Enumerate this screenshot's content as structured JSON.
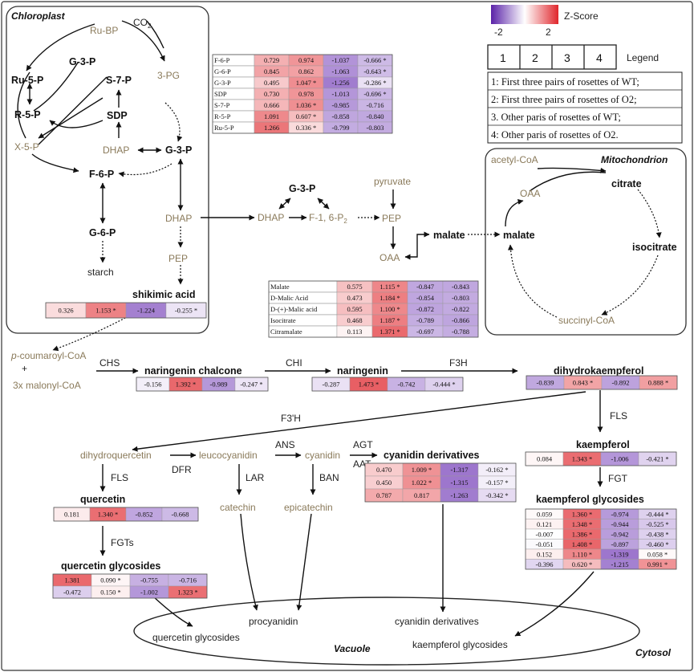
{
  "colors": {
    "neg": "#6a2fb3",
    "mid": "#ffffff",
    "pos": "#e0262c"
  },
  "legend": {
    "zscore_title": "Z-Score",
    "zscore_min": "-2",
    "zscore_max": "2",
    "columns": [
      "1",
      "2",
      "3",
      "4"
    ],
    "legend_label": "Legend",
    "entries": [
      "1: First three pairs of rosettes of WT;",
      "2: First three pairs of rosettes of O2;",
      "3. Other paris of rosettes of WT;",
      "4: Other paris of rosettes of O2."
    ]
  },
  "compartments": {
    "chloroplast": "Chloroplast",
    "mitochondrion": "Mitochondrion",
    "vacuole": "Vacuole",
    "cytosol": "Cytosol"
  },
  "metabolites": {
    "rubp": "Ru-BP",
    "co2": "CO",
    "co2_sub": "2",
    "g3p_a": "G-3-P",
    "s7p": "S-7-P",
    "pg3": "3-PG",
    "ru5p": "Ru-5-P",
    "r5p": "R-5-P",
    "sdp": "SDP",
    "dhap_a": "DHAP",
    "g3p_b": "G-3-P",
    "x5p": "X-5-P",
    "f6p": "F-6-P",
    "g6p": "G-6-P",
    "starch": "starch",
    "dhap_b": "DHAP",
    "pep_a": "PEP",
    "shikimic": "shikimic acid",
    "g3p_c": "G-3-P",
    "dhap_c": "DHAP",
    "f16p": "F-1, 6-P",
    "f16p_sub": "2",
    "pyruvate": "pyruvate",
    "pep_b": "PEP",
    "oaa_a": "OAA",
    "malate_a": "malate",
    "acetylcoa": "acetyl-CoA",
    "oaa_b": "OAA",
    "citrate": "citrate",
    "malate_b": "malate",
    "isocitrate": "isocitrate",
    "succinylcoa": "succinyl-CoA",
    "pcoumaroyl": "-coumaroyl-CoA",
    "pcoumaroyl_p": "p",
    "plus": "+",
    "malonyl": "3x malonyl-CoA",
    "chs": "CHS",
    "naringenin_chalcone": "naringenin chalcone",
    "chi": "CHI",
    "naringenin": "naringenin",
    "f3h": "F3H",
    "dihydrokaempferol": "dihydrokaempferol",
    "f3ph": "F3'H",
    "fls_a": "FLS",
    "kaempferol": "kaempferol",
    "fgt": "FGT",
    "kaempferol_glycosides": "kaempferol glycosides",
    "dihydroquercetin": "dihydroquercetin",
    "dfr": "DFR",
    "leucocyanidin": "leucocyanidin",
    "ans": "ANS",
    "cyanidin": "cyanidin",
    "agt": "AGT",
    "aat": "AAT",
    "cyanidin_derivatives": "cyanidin derivatives",
    "fls_b": "FLS",
    "quercetin": "quercetin",
    "lar": "LAR",
    "catechin": "catechin",
    "ban": "BAN",
    "epicatechin": "epicatechin",
    "fgts": "FGTs",
    "quercetin_glycosides": "quercetin glycosides",
    "procyanidin": "procyanidin",
    "vac_cyanidin": "cyanidin derivatives",
    "vac_quercetin": "quercetin glycosides",
    "vac_kaempferol": "kaempferol glycosides"
  },
  "heatmaps": {
    "calvin": {
      "rows": [
        {
          "label": "F-6-P",
          "cells": [
            "0.729",
            "0.974",
            "-1.037",
            "-0.666 *"
          ]
        },
        {
          "label": "G-6-P",
          "cells": [
            "0.845",
            "0.862",
            "-1.063",
            "-0.643 *"
          ]
        },
        {
          "label": "G-3-P",
          "cells": [
            "0.495",
            "1.047 *",
            "-1.256",
            "-0.286 *"
          ]
        },
        {
          "label": "SDP",
          "cells": [
            "0.730",
            "0.978",
            "-1.013",
            "-0.696 *"
          ]
        },
        {
          "label": "S-7-P",
          "cells": [
            "0.666",
            "1.036 *",
            "-0.985",
            "-0.716"
          ]
        },
        {
          "label": "R-5-P",
          "cells": [
            "1.091",
            "0.607 *",
            "-0.858",
            "-0.840"
          ]
        },
        {
          "label": "Ru-5-P",
          "cells": [
            "1.266",
            "0.336 *",
            "-0.799",
            "-0.803"
          ]
        }
      ]
    },
    "tca": {
      "rows": [
        {
          "label": "Malate",
          "cells": [
            "0.575",
            "1.115 *",
            "-0.847",
            "-0.843"
          ]
        },
        {
          "label": "D-Malic Acid",
          "cells": [
            "0.473",
            "1.184 *",
            "-0.854",
            "-0.803"
          ]
        },
        {
          "label": "D-(+)-Malic acid",
          "cells": [
            "0.595",
            "1.100 *",
            "-0.872",
            "-0.822"
          ]
        },
        {
          "label": "Isocitrate",
          "cells": [
            "0.468",
            "1.187 *",
            "-0.789",
            "-0.866"
          ]
        },
        {
          "label": "Citramalate",
          "cells": [
            "0.113",
            "1.371 *",
            "-0.697",
            "-0.788"
          ]
        }
      ]
    },
    "shikimic": {
      "rows": [
        {
          "cells": [
            "0.326",
            "1.153 *",
            "-1.224",
            "-0.255 *"
          ]
        }
      ]
    },
    "naringenin_chalcone": {
      "rows": [
        {
          "cells": [
            "-0.156",
            "1.392 *",
            "-0.989",
            "-0.247 *"
          ]
        }
      ]
    },
    "naringenin": {
      "rows": [
        {
          "cells": [
            "-0.287",
            "1.473 *",
            "-0.742",
            "-0.444 *"
          ]
        }
      ]
    },
    "dihydrokaempferol": {
      "rows": [
        {
          "cells": [
            "-0.839",
            "0.843 *",
            "-0.892",
            "0.888 *"
          ]
        }
      ]
    },
    "kaempferol": {
      "rows": [
        {
          "cells": [
            "0.084",
            "1.343 *",
            "-1.006",
            "-0.421 *"
          ]
        }
      ]
    },
    "kaempferol_glycosides": {
      "rows": [
        {
          "cells": [
            "0.059",
            "1.360 *",
            "-0.974",
            "-0.444 *"
          ]
        },
        {
          "cells": [
            "0.121",
            "1.348 *",
            "-0.944",
            "-0.525 *"
          ]
        },
        {
          "cells": [
            "-0.007",
            "1.386 *",
            "-0.942",
            "-0.438 *"
          ]
        },
        {
          "cells": [
            "-0.051",
            "1.408 *",
            "-0.897",
            "-0.460 *"
          ]
        },
        {
          "cells": [
            "0.152",
            "1.110 *",
            "-1.319",
            "0.058 *"
          ]
        },
        {
          "cells": [
            "-0.396",
            "0.620 *",
            "-1.215",
            "0.991 *"
          ]
        }
      ]
    },
    "cyanidin_derivatives": {
      "rows": [
        {
          "cells": [
            "0.470",
            "1.009 *",
            "-1.317",
            "-0.162 *"
          ]
        },
        {
          "cells": [
            "0.450",
            "1.022 *",
            "-1.315",
            "-0.157 *"
          ]
        },
        {
          "cells": [
            "0.787",
            "0.817",
            "-1.263",
            "-0.342 *"
          ]
        }
      ]
    },
    "quercetin": {
      "rows": [
        {
          "cells": [
            "0.181",
            "1.340 *",
            "-0.852",
            "-0.668"
          ]
        }
      ]
    },
    "quercetin_glycosides": {
      "rows": [
        {
          "cells": [
            "1.381",
            "0.090 *",
            "-0.755",
            "-0.716"
          ]
        },
        {
          "cells": [
            "-0.472",
            "0.150 *",
            "-1.002",
            "1.323 *"
          ]
        }
      ]
    }
  }
}
